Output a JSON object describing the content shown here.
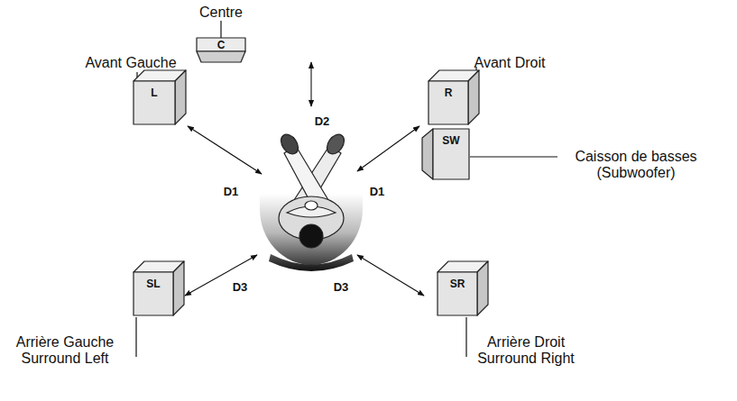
{
  "diagram": {
    "nodes": [
      {
        "text": [
          "Centre",
          "C"
        ]
      },
      {
        "text": [
          "Avant Gauche",
          "L"
        ]
      },
      {
        "text": [
          "Avant Droit",
          "R"
        ]
      },
      {
        "text": [
          "SW",
          "Caisson de basses (Subwoofer)"
        ]
      },
      {
        "text": [
          "SL",
          "Arrière Gauche Surround Left"
        ]
      },
      {
        "text": [
          "SR",
          "Arrière Droit Surround Right"
        ]
      }
    ],
    "labels": [
      "D1",
      "D1",
      "D2",
      "D3",
      "D3"
    ]
  }
}
